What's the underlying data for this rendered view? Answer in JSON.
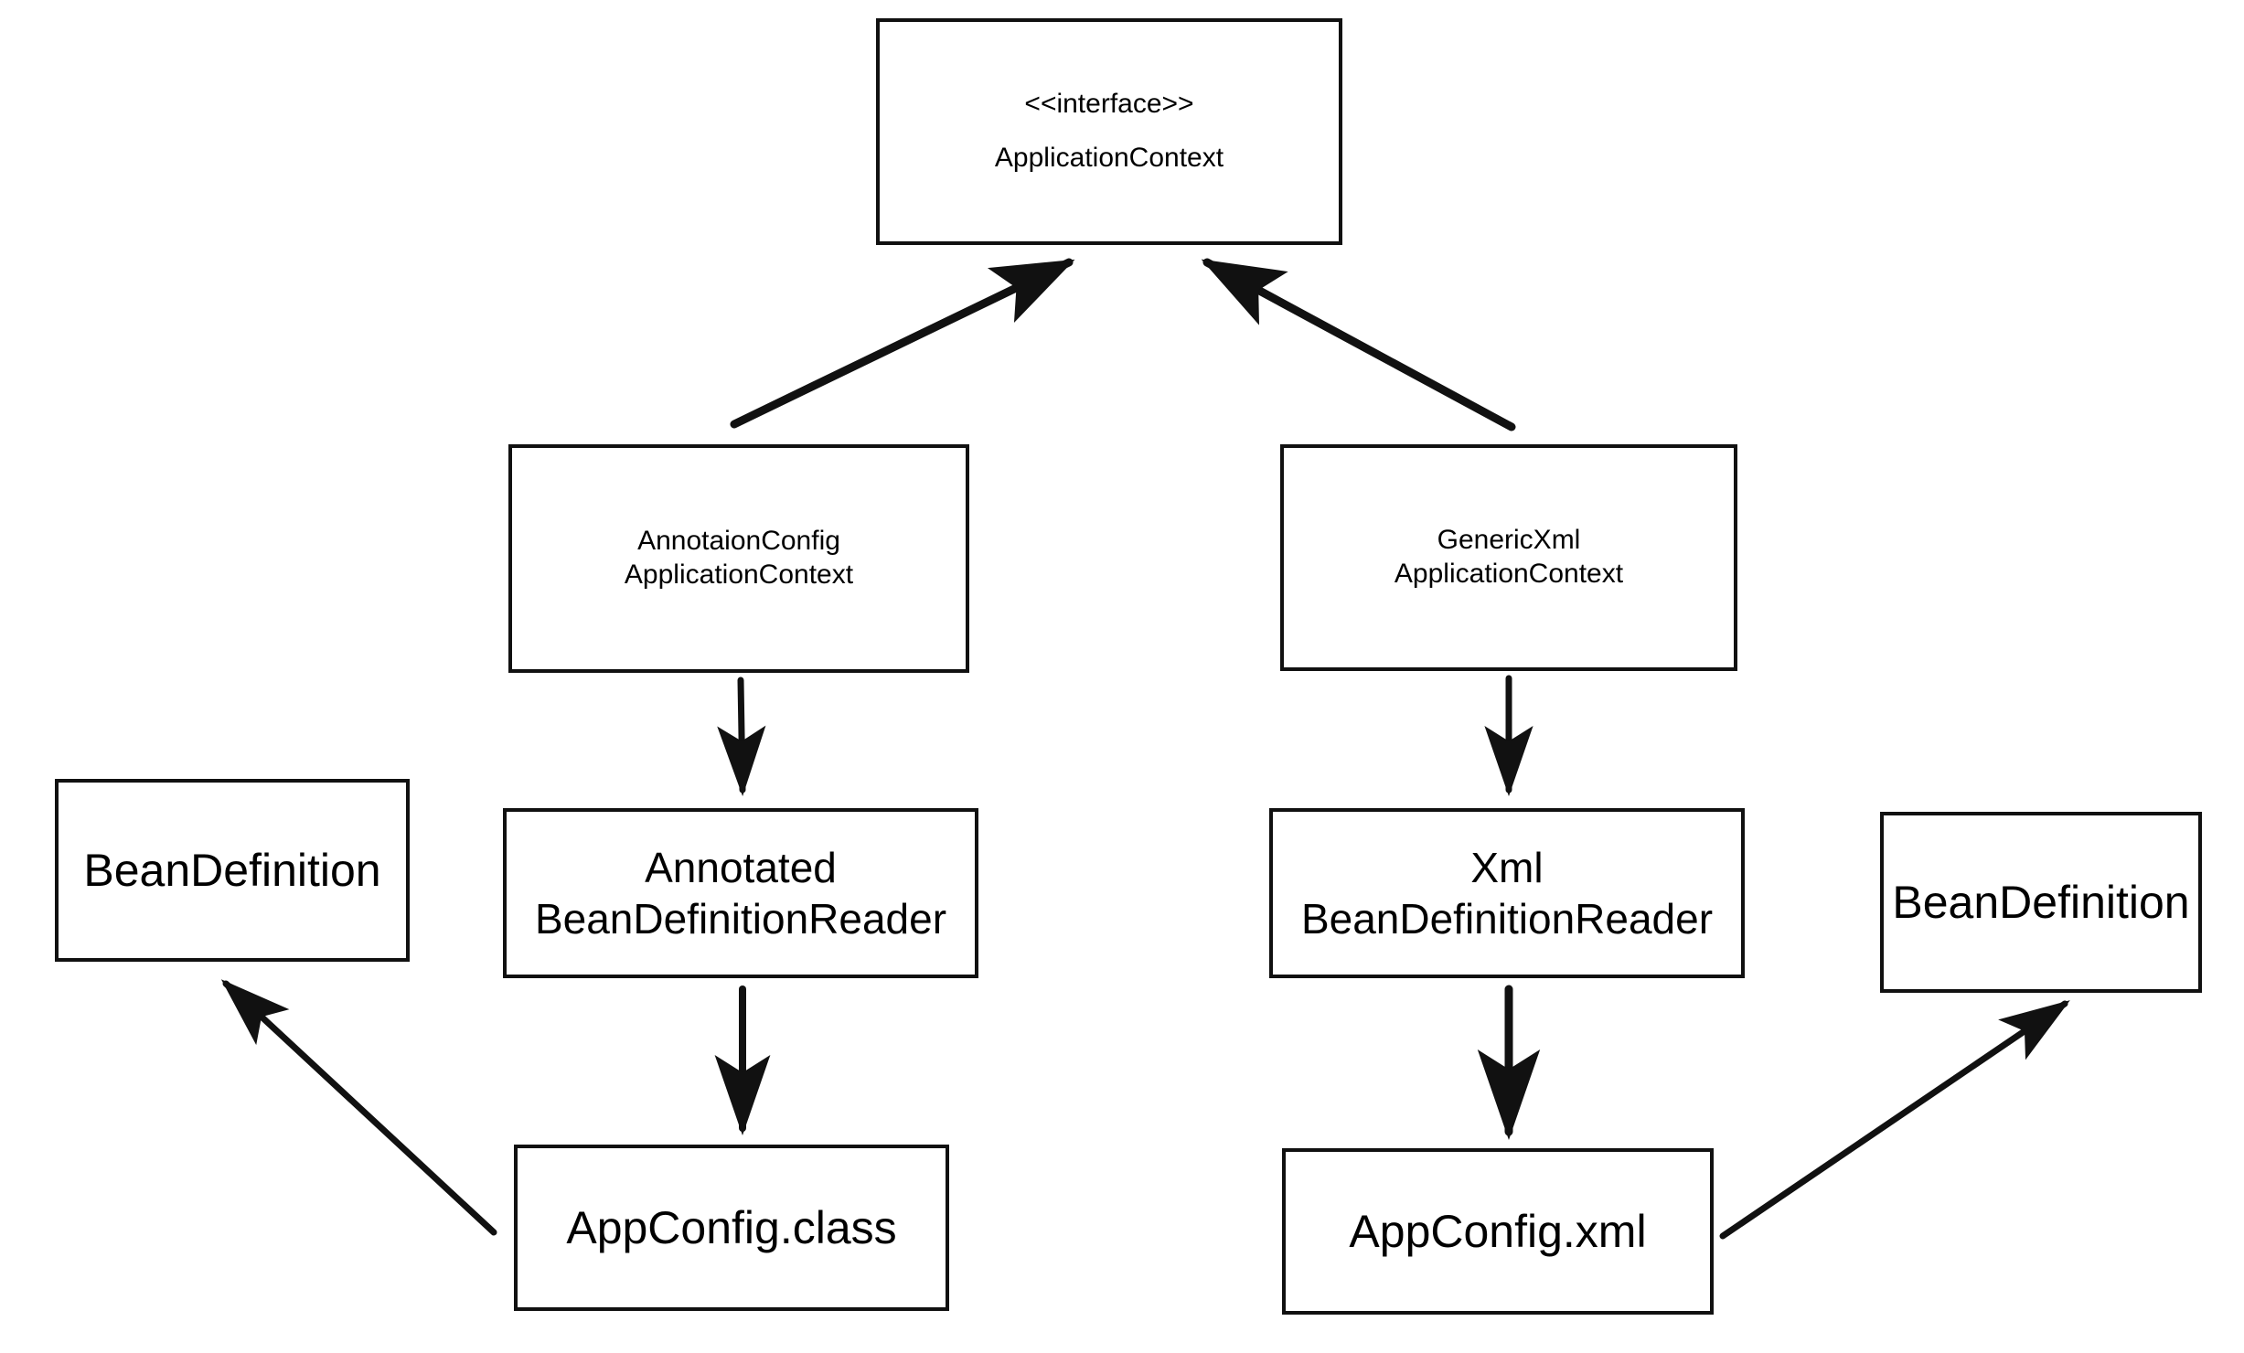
{
  "diagram": {
    "title": "Spring ApplicationContext bean definition loading",
    "type": "uml-class-diagram",
    "background_color": "#ffffff",
    "stroke_color": "#111111",
    "text_color": "#000000"
  },
  "nodes": {
    "application_context": {
      "stereotype": "<<interface>>",
      "name": "ApplicationContext"
    },
    "annotation_config_context": {
      "line1": "AnnotaionConfig",
      "line2": "ApplicationContext"
    },
    "generic_xml_context": {
      "line1": "GenericXml",
      "line2": "ApplicationContext"
    },
    "annotated_reader": {
      "line1": "Annotated",
      "line2": "BeanDefinitionReader"
    },
    "xml_reader": {
      "line1": "Xml",
      "line2": "BeanDefinitionReader"
    },
    "bean_definition_left": {
      "name": "BeanDefinition"
    },
    "bean_definition_right": {
      "name": "BeanDefinition"
    },
    "app_config_class": {
      "name": "AppConfig.class"
    },
    "app_config_xml": {
      "name": "AppConfig.xml"
    }
  },
  "edges": [
    {
      "id": "annotation-config-to-application-context",
      "from": "annotation_config_context",
      "to": "application_context",
      "style": "solid",
      "arrowhead": "filled-triangle",
      "label": ""
    },
    {
      "id": "generic-xml-to-application-context",
      "from": "generic_xml_context",
      "to": "application_context",
      "style": "solid",
      "arrowhead": "filled-triangle",
      "label": ""
    },
    {
      "id": "annotation-config-to-annotated-reader",
      "from": "annotation_config_context",
      "to": "annotated_reader",
      "style": "solid",
      "arrowhead": "filled-triangle",
      "label": ""
    },
    {
      "id": "generic-xml-to-xml-reader",
      "from": "generic_xml_context",
      "to": "xml_reader",
      "style": "solid",
      "arrowhead": "filled-triangle",
      "label": ""
    },
    {
      "id": "annotated-reader-to-app-config-class",
      "from": "annotated_reader",
      "to": "app_config_class",
      "style": "solid",
      "arrowhead": "filled-triangle",
      "label": ""
    },
    {
      "id": "xml-reader-to-app-config-xml",
      "from": "xml_reader",
      "to": "app_config_xml",
      "style": "solid",
      "arrowhead": "filled-triangle",
      "label": ""
    },
    {
      "id": "app-config-class-to-bean-definition-left",
      "from": "app_config_class",
      "to": "bean_definition_left",
      "style": "solid",
      "arrowhead": "filled-triangle",
      "label": ""
    },
    {
      "id": "app-config-xml-to-bean-definition-right",
      "from": "app_config_xml",
      "to": "bean_definition_right",
      "style": "solid",
      "arrowhead": "filled-triangle",
      "label": ""
    }
  ]
}
